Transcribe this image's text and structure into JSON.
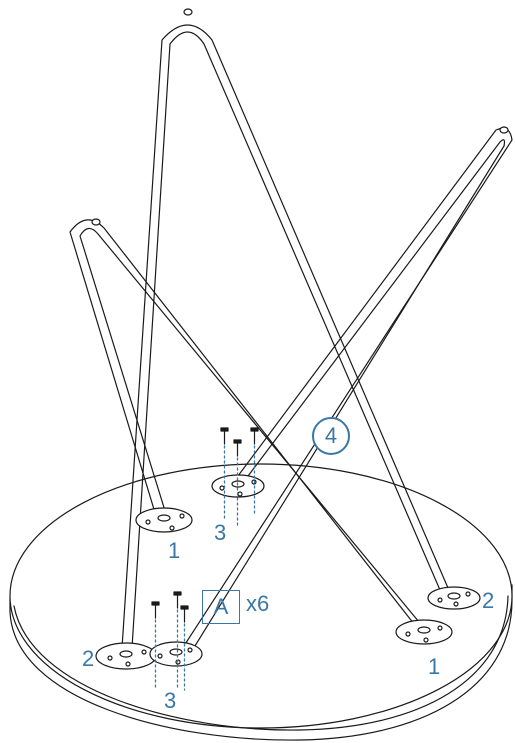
{
  "diagram": {
    "step_number": "4",
    "part_label": "A",
    "part_quantity": "x6",
    "leg_labels": {
      "back_left": "1",
      "front_left": "2",
      "front_right": "1",
      "right": "2"
    },
    "screw_count_labels": {
      "back": "3",
      "front": "3"
    },
    "colors": {
      "accent": "#3a77a6",
      "line": "#1a1a1a",
      "fill": "#ffffff"
    }
  }
}
